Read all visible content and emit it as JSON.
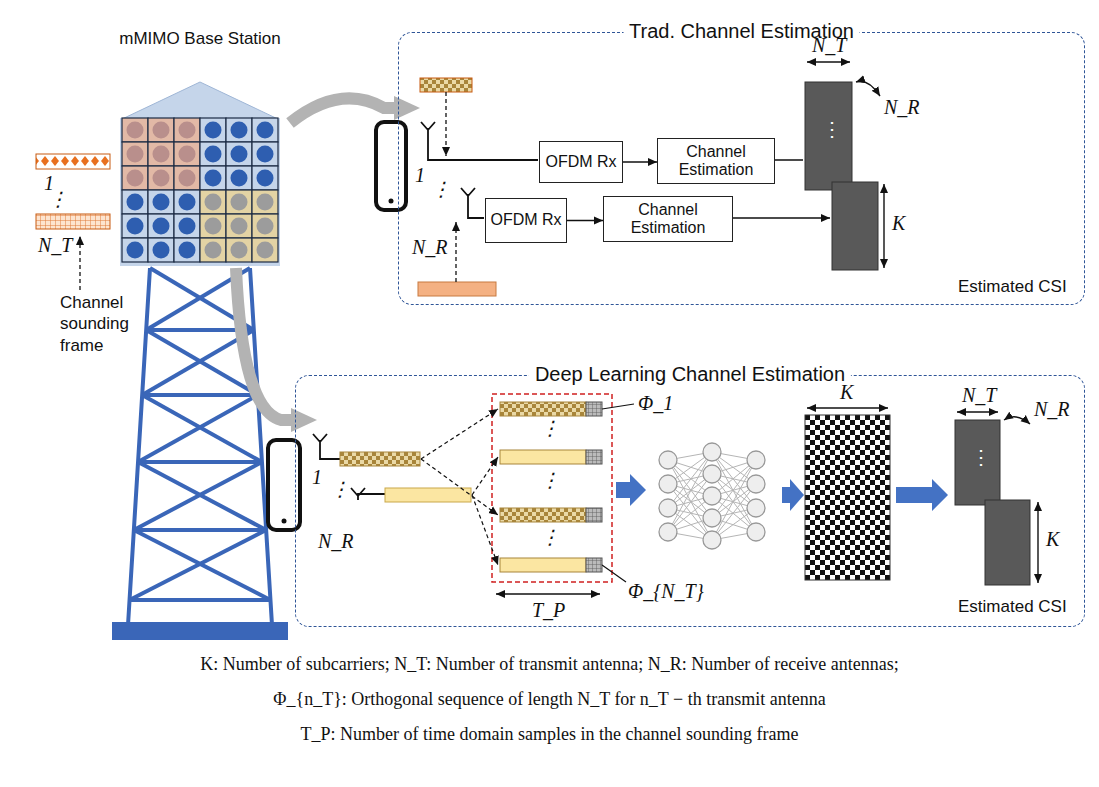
{
  "diagram": {
    "nodes": [
      {
        "text": [
          "mMIMO Base Station"
        ]
      },
      {
        "text": [
          "Trad. Channel Estimation"
        ]
      },
      {
        "text": [
          "OFDM Rx"
        ],
        "in": 1
      },
      {
        "text": [
          "Channel Estimation"
        ],
        "in": 1
      },
      {
        "text": [
          "OFDM Rx"
        ],
        "in": 1
      },
      {
        "text": [
          "Channel Estimation"
        ],
        "in": 1
      },
      {
        "text": [
          "Deep Learning Channel Estimation"
        ]
      }
    ],
    "edges": [
      {
        "from": 0,
        "to": 1,
        "arrow": "to"
      },
      {
        "from": 0,
        "to": 6,
        "arrow": "to"
      },
      {
        "from": 2,
        "to": 3,
        "arrow": "to"
      },
      {
        "from": 4,
        "to": 5,
        "arrow": "to"
      }
    ],
    "labels": [
      "1",
      "⋮",
      "N_T",
      "Channel sounding frame",
      "1",
      "⋮",
      "N_R",
      "N_T",
      "N_R",
      "⋮",
      "K",
      "Estimated CSI",
      "1",
      "⋮",
      "N_R",
      "⋮",
      "⋮",
      "⋮",
      "Φ_1",
      "Φ_{N_T}",
      "T_P",
      "K",
      "N_T",
      "N_R",
      "⋮",
      "K",
      "Estimated CSI",
      "K: Number of subcarriers;  N_T: Number of transmit antenna;  N_R: Number of receive antennas;",
      "Φ_{n_T}: Orthogonal sequence of length N_T for n_T − th transmit antenna",
      "T_P:  Number of time domain samples in the channel sounding frame"
    ]
  }
}
